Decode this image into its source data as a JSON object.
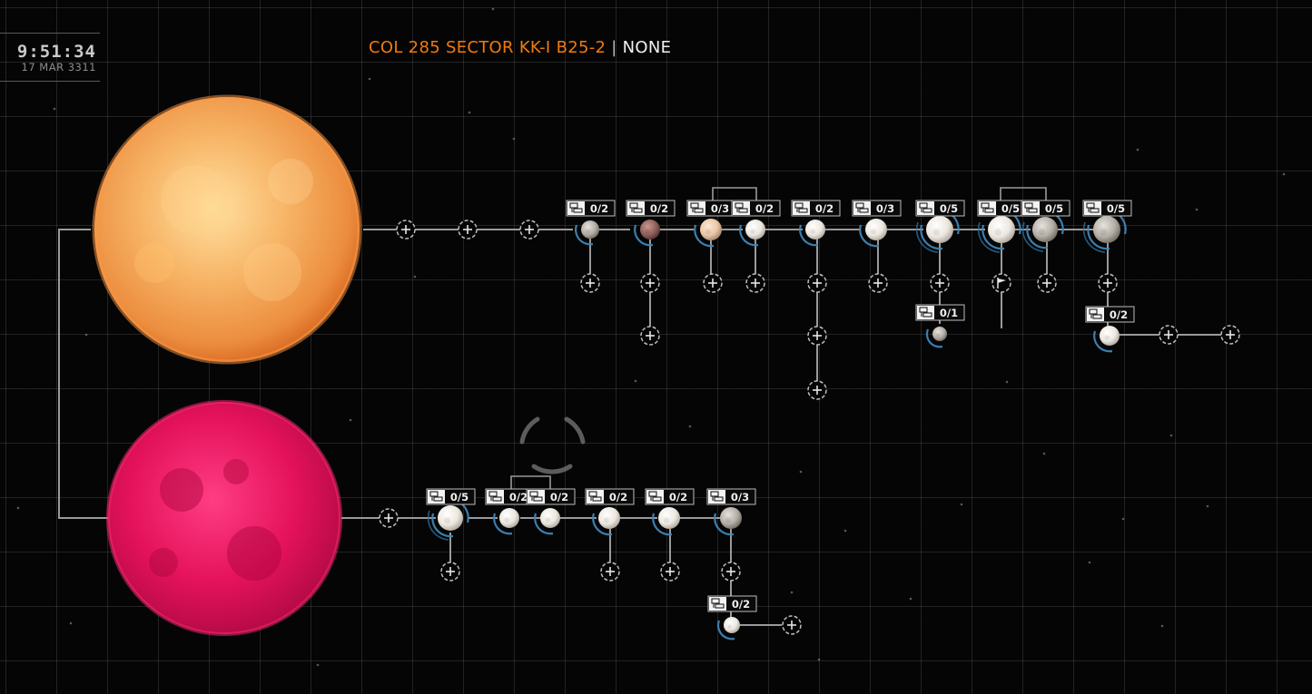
{
  "hud": {
    "time": "9:51:34",
    "date": "17 MAR 3311"
  },
  "header": {
    "system_name": "COL 285 SECTOR KK-I B25-2",
    "separator": "|",
    "allegiance": "NONE"
  },
  "colors": {
    "accent_orange": "#f07a10",
    "ring_blue": "#3d86b9",
    "line_grey": "#9a9a9a",
    "star_a": "#f3a35a",
    "star_b": "#e1125a"
  },
  "icons": {
    "signal": "signal-sources-icon",
    "add": "plus-icon",
    "flag": "flag-icon"
  },
  "bodies_main_star": [
    {
      "label": "0/2",
      "look": "grey"
    },
    {
      "label": "0/2",
      "look": "brown"
    },
    {
      "label": "0/3",
      "look": "tan"
    },
    {
      "label": "0/2",
      "look": "white"
    },
    {
      "label": "0/2",
      "look": "white"
    },
    {
      "label": "0/3",
      "look": "white"
    },
    {
      "label": "0/5",
      "look": "white"
    },
    {
      "label": "0/5",
      "look": "white"
    },
    {
      "label": "0/5",
      "look": "grey"
    },
    {
      "label": "0/5",
      "look": "grey"
    },
    {
      "label": "0/1",
      "look": "grey"
    },
    {
      "label": "0/2",
      "look": "white"
    }
  ],
  "bodies_secondary_star": [
    {
      "label": "0/5",
      "look": "white"
    },
    {
      "label": "0/2",
      "look": "white"
    },
    {
      "label": "0/2",
      "look": "white"
    },
    {
      "label": "0/2",
      "look": "white"
    },
    {
      "label": "0/2",
      "look": "white"
    },
    {
      "label": "0/3",
      "look": "grey"
    },
    {
      "label": "0/2",
      "look": "white"
    }
  ]
}
